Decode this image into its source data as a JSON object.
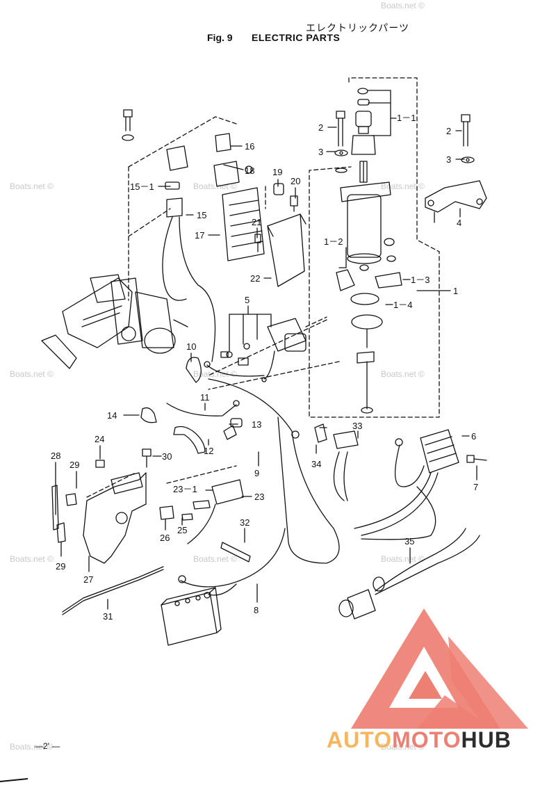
{
  "header": {
    "japanese_title": "エレクトリックパーツ",
    "figure_number": "Fig. 9",
    "title": "ELECTRIC PARTS"
  },
  "part_labels": [
    {
      "id": "1-1",
      "text": "1－1"
    },
    {
      "id": "2a",
      "text": "2"
    },
    {
      "id": "2b",
      "text": "2"
    },
    {
      "id": "3a",
      "text": "3"
    },
    {
      "id": "3b",
      "text": "3"
    },
    {
      "id": "4",
      "text": "4"
    },
    {
      "id": "1-2",
      "text": "1－2"
    },
    {
      "id": "1-3",
      "text": "1－3"
    },
    {
      "id": "1-4",
      "text": "1－4"
    },
    {
      "id": "1",
      "text": "1"
    },
    {
      "id": "16",
      "text": "16"
    },
    {
      "id": "18",
      "text": "18"
    },
    {
      "id": "15-1",
      "text": "15－1"
    },
    {
      "id": "19",
      "text": "19"
    },
    {
      "id": "20",
      "text": "20"
    },
    {
      "id": "15",
      "text": "15"
    },
    {
      "id": "17",
      "text": "17"
    },
    {
      "id": "21",
      "text": "21"
    },
    {
      "id": "22",
      "text": "22"
    },
    {
      "id": "5",
      "text": "5"
    },
    {
      "id": "10",
      "text": "10"
    },
    {
      "id": "11",
      "text": "11"
    },
    {
      "id": "14",
      "text": "14"
    },
    {
      "id": "13",
      "text": "13"
    },
    {
      "id": "12",
      "text": "12"
    },
    {
      "id": "33",
      "text": "33"
    },
    {
      "id": "6",
      "text": "6"
    },
    {
      "id": "24",
      "text": "24"
    },
    {
      "id": "30",
      "text": "30"
    },
    {
      "id": "9",
      "text": "9"
    },
    {
      "id": "34",
      "text": "34"
    },
    {
      "id": "7",
      "text": "7"
    },
    {
      "id": "28",
      "text": "28"
    },
    {
      "id": "29a",
      "text": "29"
    },
    {
      "id": "23-1",
      "text": "23－1"
    },
    {
      "id": "23",
      "text": "23"
    },
    {
      "id": "26",
      "text": "26"
    },
    {
      "id": "25",
      "text": "25"
    },
    {
      "id": "32",
      "text": "32"
    },
    {
      "id": "29b",
      "text": "29"
    },
    {
      "id": "27",
      "text": "27"
    },
    {
      "id": "35",
      "text": "35"
    },
    {
      "id": "31",
      "text": "31"
    },
    {
      "id": "8",
      "text": "8"
    }
  ],
  "watermarks": [
    {
      "text": "Boats.net ©"
    },
    {
      "text": "Boats.net ©"
    },
    {
      "text": "Boats.net ©"
    },
    {
      "text": "Boats.net ©"
    },
    {
      "text": "Boats.net ©"
    },
    {
      "text": "Boats.net ©"
    },
    {
      "text": "Boats.net ©"
    },
    {
      "text": "Boats.net ©"
    },
    {
      "text": "Boats.net ©"
    },
    {
      "text": "Boats.net ©"
    },
    {
      "text": "Boats.net ©"
    },
    {
      "text": "Boats.net ©"
    }
  ],
  "footer": {
    "page_number": "—2' —"
  },
  "brand": {
    "part1": "AUTO",
    "part2": "MOTO",
    "part3": "HUB"
  },
  "colors": {
    "line": "#111111",
    "logo_red": "#ee7f73",
    "logo_orange": "#f7b65e",
    "logo_dark": "#2c2c2c",
    "watermark": "#c8c8c8"
  }
}
